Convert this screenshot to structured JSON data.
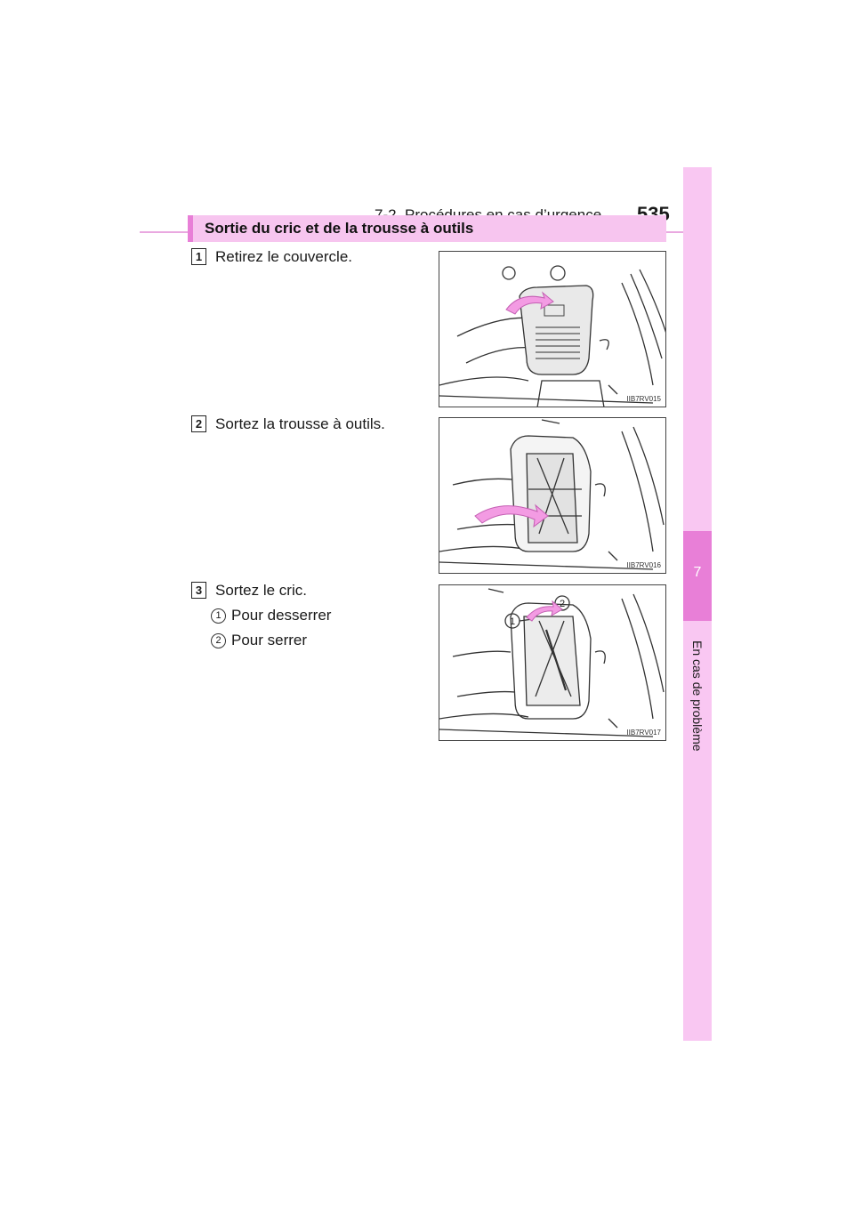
{
  "header": {
    "title": "7-2. Procédures en cas d’urgence",
    "page_number": "535"
  },
  "side_tab": {
    "chapter_number": "7",
    "chapter_title": "En cas de problème"
  },
  "section": {
    "title": "Sortie du cric et de la trousse à outils"
  },
  "steps": [
    {
      "number": "1",
      "text": "Retirez le couvercle.",
      "figure_code": "IIB7RV015"
    },
    {
      "number": "2",
      "text": "Sortez la trousse à outils.",
      "figure_code": "IIB7RV016"
    },
    {
      "number": "3",
      "text": "Sortez le cric.",
      "figure_code": "IIB7RV017",
      "substeps": [
        {
          "number": "1",
          "text": "Pour desserrer"
        },
        {
          "number": "2",
          "text": "Pour serrer"
        }
      ]
    }
  ],
  "colors": {
    "accent": "#e87fd7",
    "tab_light": "#f9c7f2",
    "section_bg": "#f7c5ef",
    "arrow": "#f39be3"
  }
}
